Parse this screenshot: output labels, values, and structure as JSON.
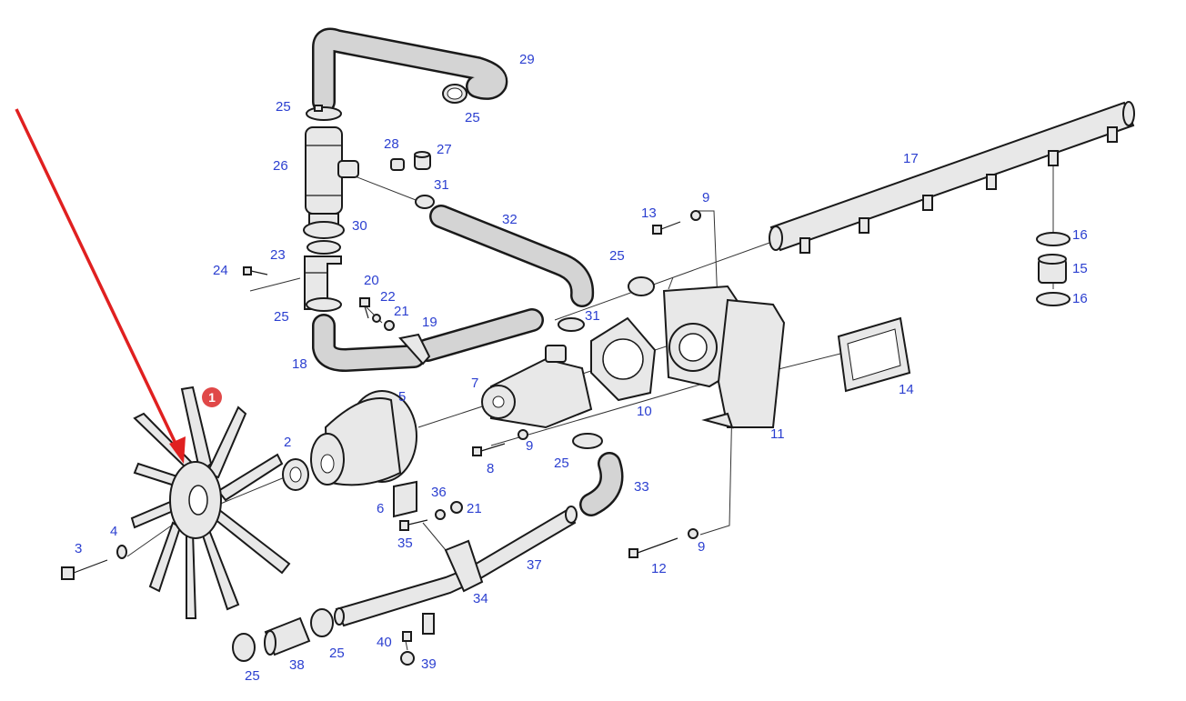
{
  "callout_color": "#e02020",
  "label_color": "#2b3fd0",
  "badge": {
    "text": "1",
    "color": "#e04848"
  },
  "labels": [
    "29",
    "25",
    "25",
    "28",
    "27",
    "26",
    "31",
    "32",
    "30",
    "13",
    "9",
    "17",
    "23",
    "24",
    "16",
    "25",
    "15",
    "20",
    "22",
    "16",
    "21",
    "25",
    "31",
    "19",
    "18",
    "7",
    "1",
    "5",
    "10",
    "14",
    "2",
    "9",
    "11",
    "25",
    "8",
    "6",
    "36",
    "21",
    "33",
    "3",
    "4",
    "35",
    "37",
    "9",
    "12",
    "34",
    "40",
    "25",
    "38",
    "25",
    "39"
  ]
}
